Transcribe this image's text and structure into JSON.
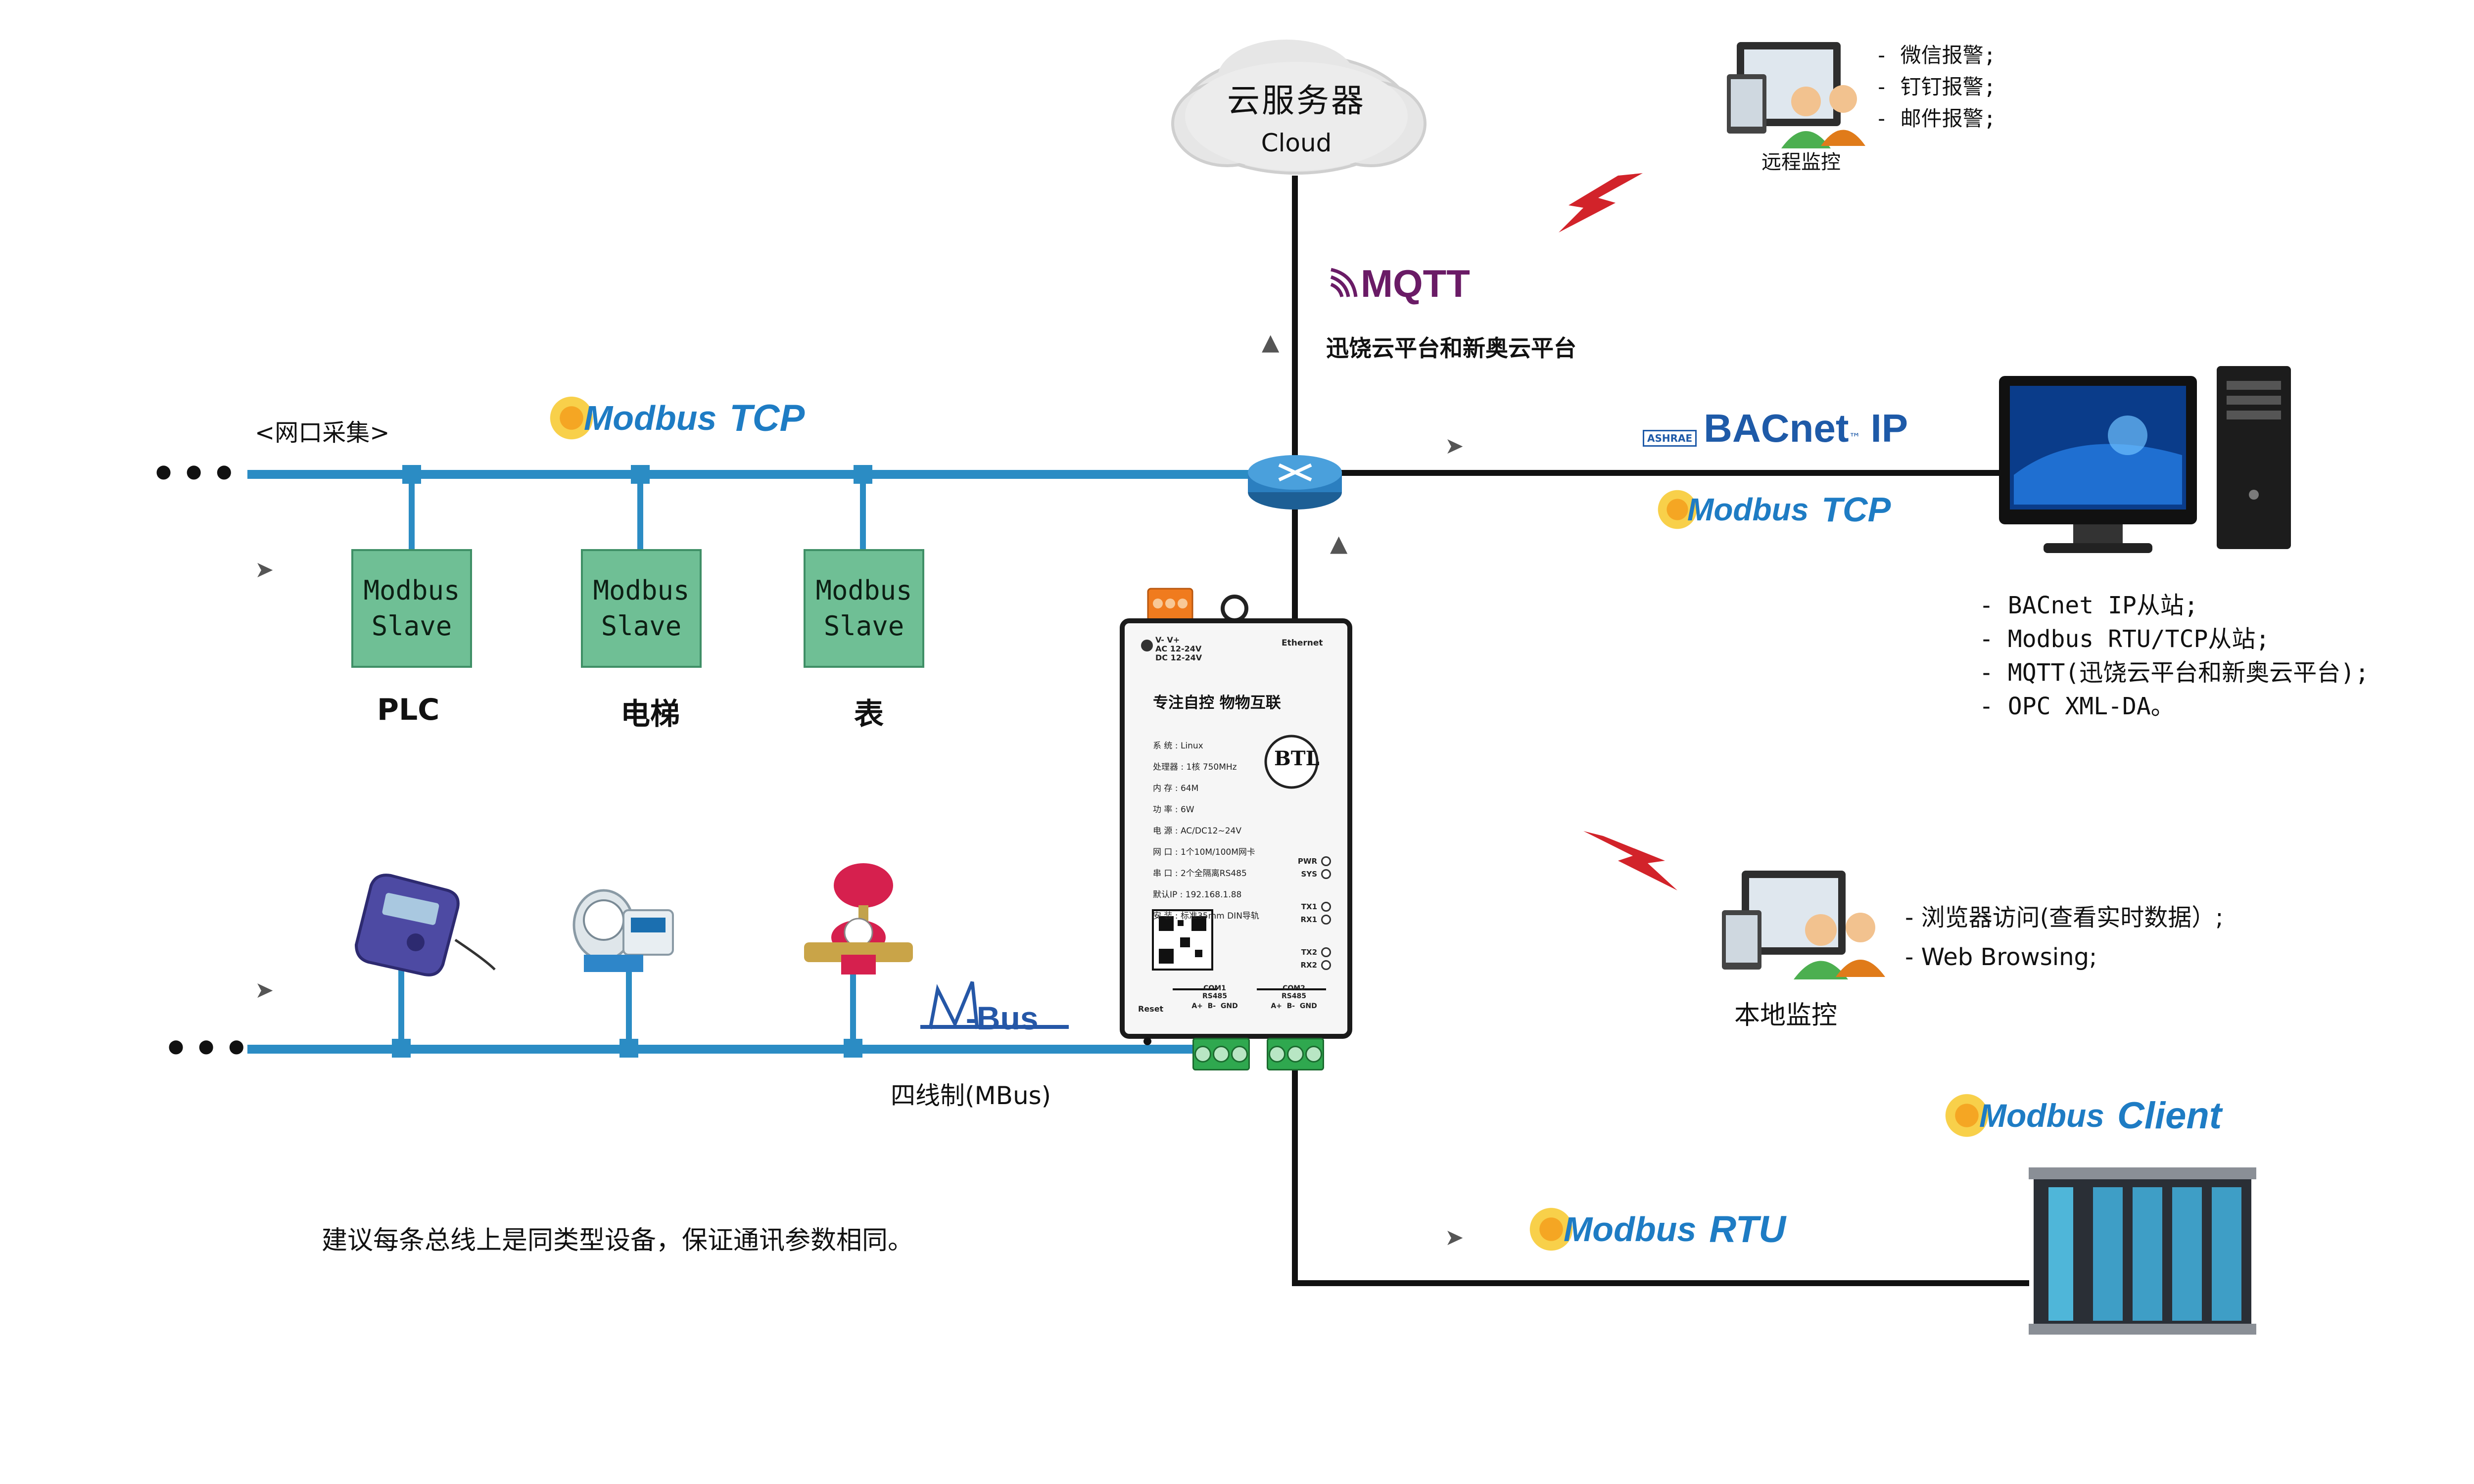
{
  "cloud": {
    "title": "云服务器",
    "subtitle": "Cloud"
  },
  "mqtt": {
    "logo_text": "MQTT",
    "caption": "迅饶云平台和新奥云平台",
    "color": "#6a1b66"
  },
  "remote_monitor": {
    "label": "远程监控",
    "alerts": [
      "- 微信报警;",
      "- 钉钉报警;",
      "- 邮件报警;"
    ]
  },
  "local_monitor": {
    "label": "本地监控",
    "items": [
      "- 浏览器访问(查看实时数据）;",
      "- Web Browsing;"
    ]
  },
  "ethernet_bus": {
    "label": "<网口采集>",
    "ellipsis": "•••",
    "protocol": {
      "word": "Modbus",
      "suffix": "TCP"
    },
    "slaves": [
      {
        "text": "Modbus\nSlave",
        "device": "PLC"
      },
      {
        "text": "Modbus\nSlave",
        "device": "电梯"
      },
      {
        "text": "Modbus\nSlave",
        "device": "表"
      }
    ]
  },
  "mbus_bus": {
    "ellipsis": "•••",
    "logo_m": "M",
    "logo_bus": "-Bus",
    "caption": "四线制(MBus)",
    "meters": [
      "heat-meter-icon",
      "water-meter-icon",
      "valve-water-meter-icon"
    ]
  },
  "bacnet": {
    "ashrae": "ASHRAE",
    "logo": "BACnet",
    "tm": "™",
    "suffix": "IP",
    "protocol": {
      "word": "Modbus",
      "suffix": "TCP"
    },
    "features": [
      "- BACnet IP从站;",
      "- Modbus RTU/TCP从站;",
      "- MQTT(迅饶云平台和新奥云平台);",
      "- OPC XML-DA。"
    ]
  },
  "modbus_rtu": {
    "word": "Modbus",
    "suffix": "RTU"
  },
  "modbus_client": {
    "word": "Modbus",
    "suffix": "Client"
  },
  "gateway": {
    "power_label": "V-  V+\nAC 12-24V\nDC 12-24V",
    "ethernet_label": "Ethernet",
    "slogan": "专注自控  物物互联",
    "specs": [
      "系    统 : Linux",
      "处理器 : 1核 750MHz",
      "内    存 : 64M",
      "功    率 : 6W",
      "电    源 : AC/DC12~24V",
      "网    口 : 1个10M/100M网卡",
      "串    口 : 2个全隔离RS485",
      "默认IP : 192.168.1.88",
      "安    装 : 标准35mm DIN导轨"
    ],
    "btl": "BTL",
    "leds": [
      "PWR",
      "SYS",
      "TX1",
      "RX1",
      "TX2",
      "RX2"
    ],
    "reset": "Reset",
    "com1": {
      "name": "COM1",
      "type": "RS485",
      "pins": "A+  B-  GND"
    },
    "com2": {
      "name": "COM2",
      "type": "RS485",
      "pins": "A+  B-  GND"
    }
  },
  "note": "建议每条总线上是同类型设备，保证通讯参数相同。",
  "colors": {
    "bus": "#2b8cc4",
    "wire": "#111111",
    "slave": "#6fbf95",
    "bolt": "#d2232a",
    "accent": "#1e7cc4"
  }
}
